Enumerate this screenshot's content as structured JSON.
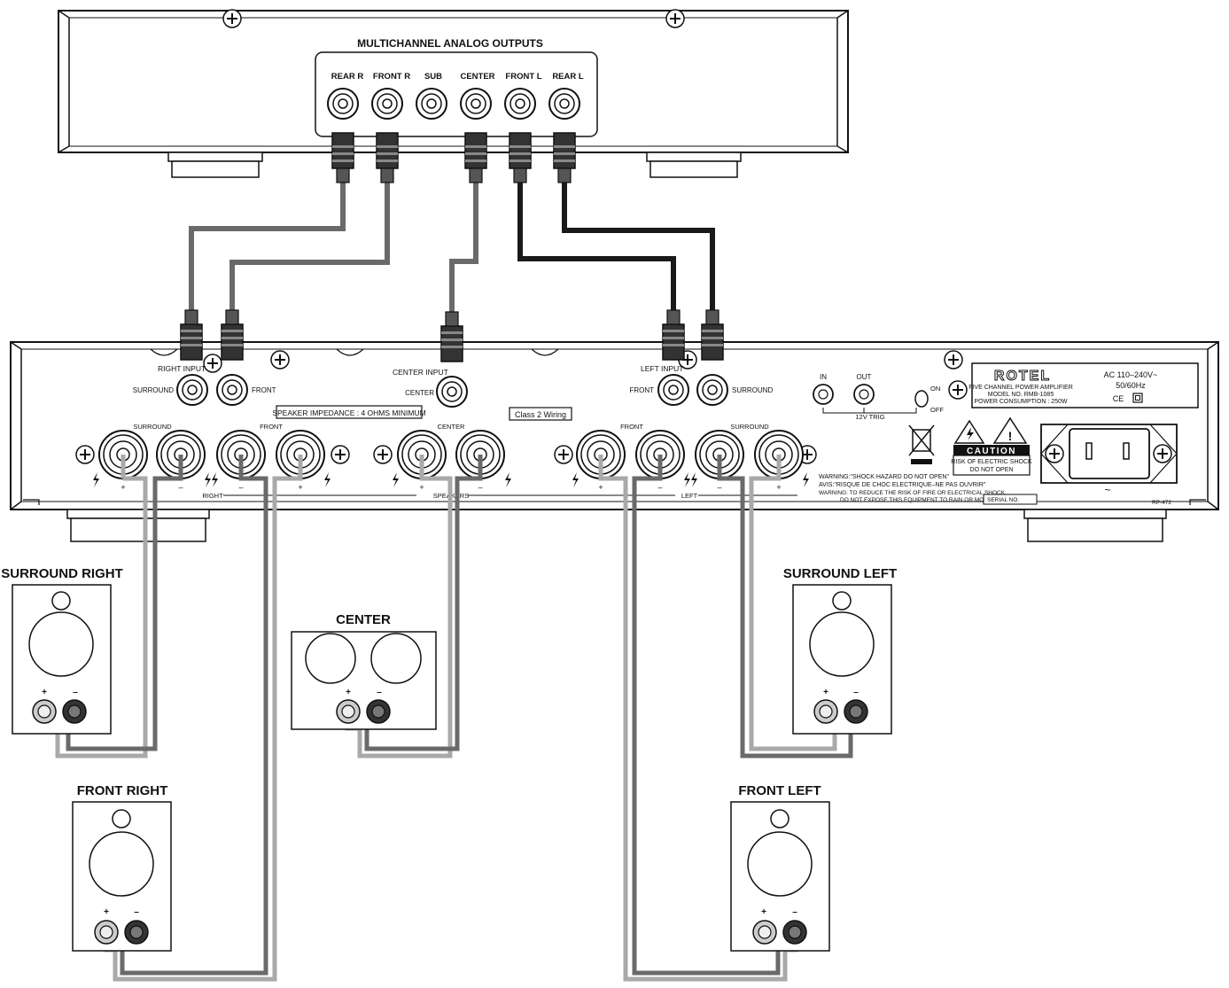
{
  "source_unit": {
    "title": "MULTICHANNEL ANALOG OUTPUTS",
    "outputs": [
      "REAR R",
      "FRONT  R",
      "SUB",
      "CENTER",
      "FRONT L",
      "REAR L"
    ]
  },
  "amplifier": {
    "input_labels": {
      "right": "RIGHT INPUT",
      "center": "CENTER INPUT",
      "left": "LEFT INPUT",
      "surround_r": "SURROUND",
      "front_r": "FRONT",
      "center_jack": "CENTER",
      "front_l": "FRONT",
      "surround_l": "SURROUND"
    },
    "impedance_note": "SPEAKER IMPEDANCE : 4 OHMS MINIMUM",
    "class_wiring": "Class 2 Wiring",
    "terminal_groups": {
      "surround_r": "SURROUND",
      "front_r": "FRONT",
      "center": "CENTER",
      "front_l": "FRONT",
      "surround_l": "SURROUND"
    },
    "bottom_labels": {
      "right": "RIGHT",
      "speakers": "SPEAKERS",
      "left": "LEFT"
    },
    "trigger": {
      "in": "IN",
      "out": "OUT",
      "label": "12V TRIG",
      "on": "ON",
      "off": "OFF"
    },
    "nameplate": {
      "brand": "ROTEL",
      "line1": "FIVE CHANNEL POWER AMPLIFIER",
      "line2": "MODEL NO. RMB-1085",
      "line3": "POWER CONSUMPTION : 250W",
      "ac1": "AC 110–240V~",
      "ac2": "50/60Hz",
      "ce": "CE"
    },
    "caution": {
      "title": "CAUTION",
      "line1": "RISK OF ELECTRIC SHOCK",
      "line2": "DO NOT OPEN"
    },
    "warnings": {
      "w1": "WARNING:\"SHOCK HAZARD DO NOT OPEN\"",
      "w2": "AVIS:\"RISQUE DE CHOC ELECTRIQUE–NE PAS OUVRIR\"",
      "w3": "WARNING: TO REDUCE THE RISK OF FIRE OR ELECTRICAL SHOCK,",
      "w4": "DO NOT EXPOSE THIS EQUIPMENT TO RAIN OR MOISTURE."
    },
    "serial": "SERIAL NO.",
    "rp": "RP-472",
    "ac_symbol": "~",
    "plus": "+",
    "minus": "–"
  },
  "speakers": {
    "surround_right": "SURROUND RIGHT",
    "center": "CENTER",
    "surround_left": "SURROUND LEFT",
    "front_right": "FRONT RIGHT",
    "front_left": "FRONT LEFT",
    "plus": "+",
    "minus": "–"
  },
  "colors": {
    "cable_dark": "#6a6a6a",
    "cable_black": "#1a1a1a",
    "cable_light": "#a9a9a9",
    "outline": "#111111"
  }
}
